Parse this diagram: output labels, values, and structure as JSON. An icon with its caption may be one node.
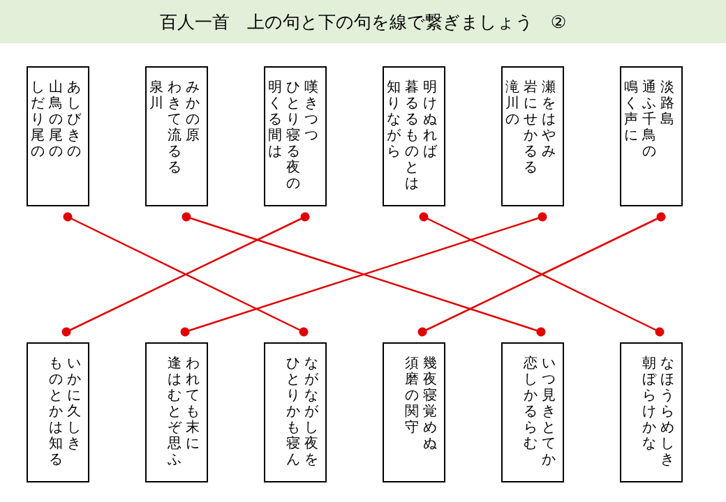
{
  "diagram": {
    "title": "百人一首　上の句と下の句を線で繋ぎましょう　②",
    "nodes": [
      {
        "text": [
          "あしびきの山鳥の尾のしだり尾の"
        ]
      },
      {
        "text": [
          "みかの原わきて流るる泉川"
        ]
      },
      {
        "text": [
          "嘆きつつひとり寝る夜の明くる間は"
        ]
      },
      {
        "text": [
          "明けぬれば暮るるものとは知りながら"
        ]
      },
      {
        "text": [
          "瀬をはやみ岩にせかるる滝川の"
        ]
      },
      {
        "text": [
          "淡路島通ふ千鳥の鳴く声に"
        ]
      },
      {
        "text": [
          "いかに久しきものとかは知る"
        ]
      },
      {
        "text": [
          "われても末に逢はむとぞ思ふ"
        ]
      },
      {
        "text": [
          "ながながし夜をひとりかも寝ん"
        ]
      },
      {
        "text": [
          "幾夜寝覚めぬ須磨の関守"
        ]
      },
      {
        "text": [
          "いつ見きとてか恋しかるらむ"
        ]
      },
      {
        "text": [
          "なほうらめしき朝ぼらけかな"
        ]
      }
    ],
    "edges": [
      {
        "from": 0,
        "to": 8,
        "arrow": "other",
        "color": "#e00000"
      },
      {
        "from": 1,
        "to": 10,
        "arrow": "other",
        "color": "#e00000"
      },
      {
        "from": 2,
        "to": 6,
        "arrow": "other",
        "color": "#e00000"
      },
      {
        "from": 3,
        "to": 11,
        "arrow": "other",
        "color": "#e00000"
      },
      {
        "from": 4,
        "to": 7,
        "arrow": "other",
        "color": "#e00000"
      },
      {
        "from": 5,
        "to": 9,
        "arrow": "other",
        "color": "#e00000"
      }
    ]
  }
}
